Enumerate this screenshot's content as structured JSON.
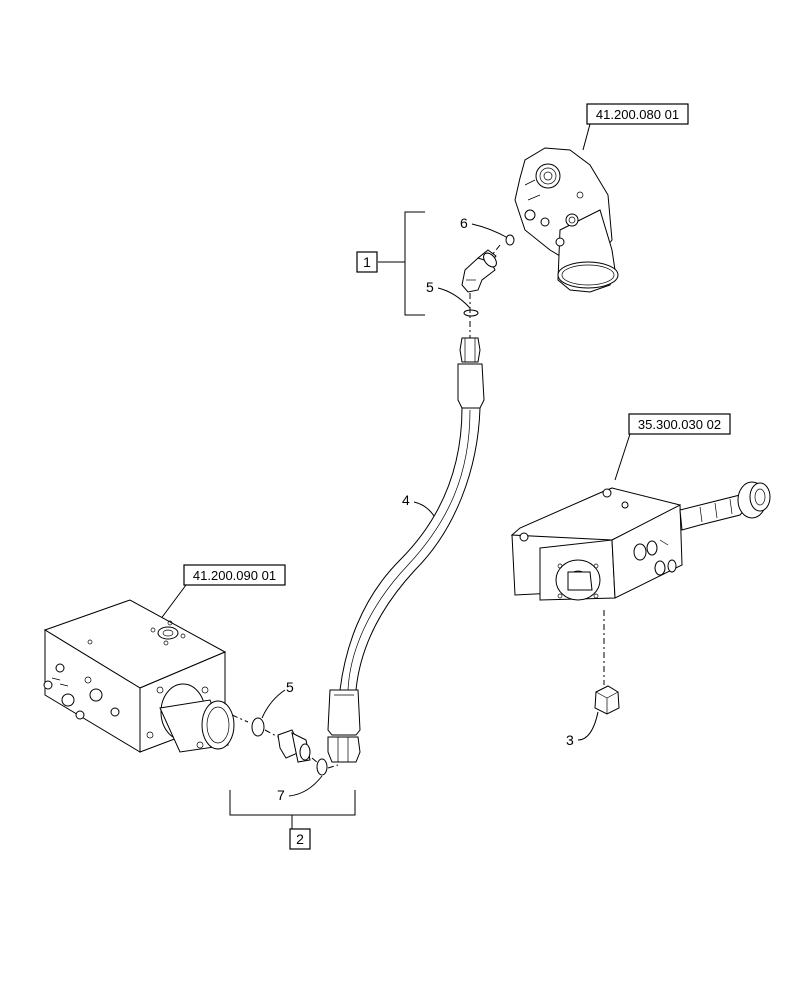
{
  "references": {
    "top_right": "41.200.080 01",
    "middle_right": "35.300.030 02",
    "left": "41.200.090 01"
  },
  "groups": {
    "group_1": "1",
    "group_2": "2"
  },
  "callouts": {
    "item_6": "6",
    "item_5_top": "5",
    "item_4": "4",
    "item_5_bottom": "5",
    "item_7": "7",
    "item_3": "3"
  }
}
